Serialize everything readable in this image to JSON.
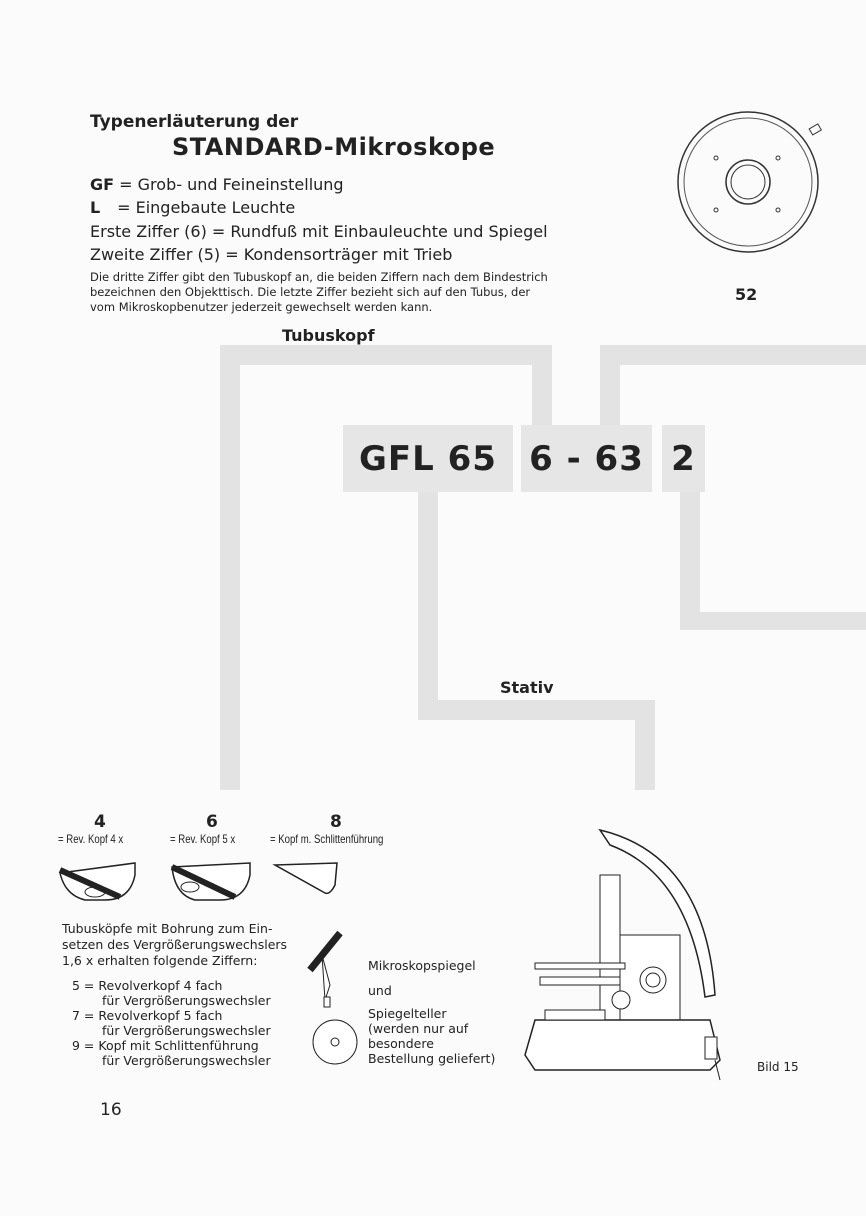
{
  "heading_line1": "Typenerläuterung der",
  "heading_line2": "STANDARD-Mikroskope",
  "legend": [
    {
      "key": "GF",
      "text": "= Grob- und Feineinstellung"
    },
    {
      "key": "L",
      "text": "= Eingebaute Leuchte"
    }
  ],
  "digit_rules": [
    "Erste Ziffer (6) = Rundfuß mit Einbauleuchte und Spiegel",
    "Zweite Ziffer (5) = Kondensorträger mit Trieb"
  ],
  "paragraph": [
    "Die dritte Ziffer gibt den Tubuskopf an, die beiden Ziffern nach dem Bindestrich",
    "bezeichnen den Objekttisch. Die letzte Ziffer bezieht sich auf den Tubus, der",
    "vom Mikroskopbenutzer jederzeit gewechselt werden kann."
  ],
  "label_tubuskopf": "Tubuskopf",
  "label_stativ": "Stativ",
  "code_parts": [
    "GFL 65",
    "6 - 63",
    "2"
  ],
  "stage_number": "52",
  "heads": [
    {
      "digit": "4",
      "label": "= Rev. Kopf 4 x"
    },
    {
      "digit": "6",
      "label": "= Rev. Kopf 5 x"
    },
    {
      "digit": "8",
      "label": "= Kopf m. Schlittenführung"
    }
  ],
  "bore_intro": [
    "Tubusköpfe mit Bohrung zum Ein-",
    "setzen des Vergrößerungswechslers",
    "1,6 x erhalten folgende Ziffern:"
  ],
  "bore_list": [
    {
      "line1": "5 = Revolverkopf  4 fach",
      "line2": "für Vergrößerungswechsler"
    },
    {
      "line1": "7 = Revolverkopf  5 fach",
      "line2": "für Vergrößerungswechsler"
    },
    {
      "line1": "9 = Kopf  mit  Schlittenführung",
      "line2": "für Vergrößerungswechsler"
    }
  ],
  "mirror_text": [
    "Mikroskopspiegel",
    "und",
    "Spiegelteller",
    "(werden nur auf",
    "besondere",
    "Bestellung geliefert)"
  ],
  "figure_caption": "Bild 15",
  "page_number": "16"
}
